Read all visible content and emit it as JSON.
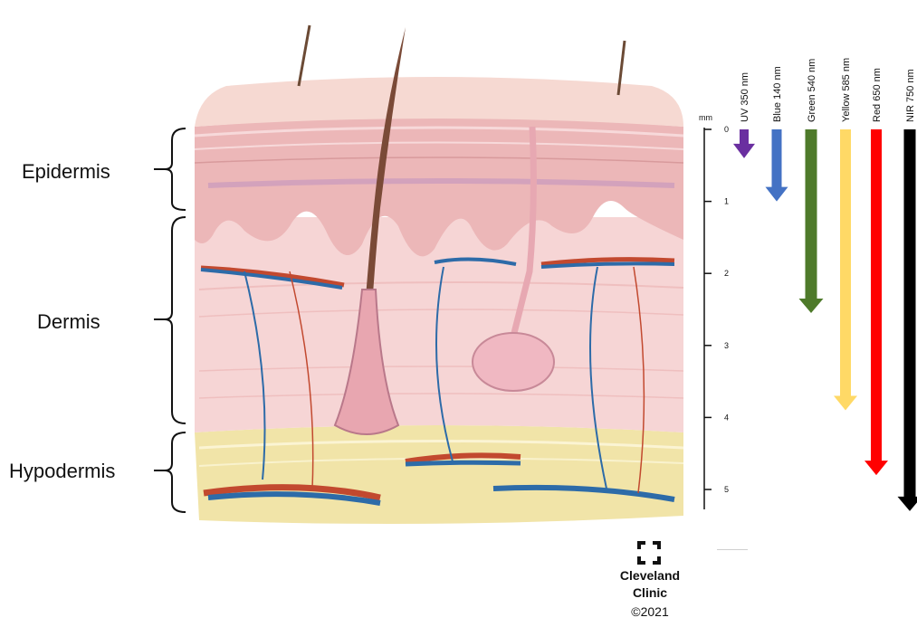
{
  "layers": [
    {
      "label": "Epidermis"
    },
    {
      "label": "Dermis"
    },
    {
      "label": "Hypodermis"
    }
  ],
  "depth_scale": {
    "unit": "mm",
    "ticks": [
      "0",
      "1",
      "2",
      "3",
      "4",
      "5"
    ]
  },
  "wavelengths": [
    {
      "label": "UV 350 nm",
      "color": "#6a2fa0",
      "depth_mm": 0.4
    },
    {
      "label": "Blue 140 nm",
      "color": "#4472c4",
      "depth_mm": 1.0
    },
    {
      "label": "Green 540 nm",
      "color": "#4e7a2a",
      "depth_mm": 2.55
    },
    {
      "label": "Yellow 585 nm",
      "color": "#ffd966",
      "depth_mm": 3.9
    },
    {
      "label": "Red 650 nm",
      "color": "#ff0000",
      "depth_mm": 4.8
    },
    {
      "label": "NIR 750 nm",
      "color": "#000000",
      "depth_mm": 5.3
    }
  ],
  "logo": {
    "line1": "Cleveland",
    "line2": "Clinic",
    "line3": "©2021"
  }
}
